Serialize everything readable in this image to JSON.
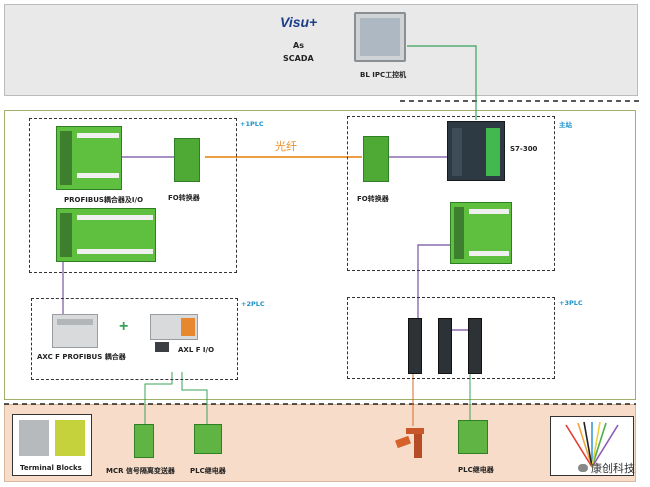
{
  "scada": {
    "logo": "Visu+",
    "line1": "As",
    "line2": "SCADA",
    "ipc_label": "BL IPC工控机"
  },
  "stations": {
    "plc1_tag": "+1PLC",
    "master_tag": "主站",
    "plc2_tag": "+2PLC",
    "plc3_tag": "+3PLC"
  },
  "labels": {
    "fiber": "光纤",
    "profibus_coupler": "PROFIBUS耦合器及I/O",
    "fo_left": "FO转换器",
    "fo_right": "FO转换器",
    "s7": "S7-300",
    "axc": "AXC F PROFIBUS 耦合器",
    "plus": "+",
    "axl": "AXL F I/O"
  },
  "bottom": {
    "terminal": "Terminal Blocks",
    "mcr": "MCR 信号隔离变送器",
    "plc_relay_left": "PLC继电器",
    "plc_relay_right": "PLC继电器",
    "watermark": "康创科技"
  },
  "colors": {
    "scada_band": "#e8e9e8",
    "main_band_border": "#9fb06a",
    "bottom_band": "#f7dcc9",
    "fiber": "#e8902a",
    "network": "#8c6bb0",
    "ethernet": "#3aa35a",
    "tag": "#1d93c8",
    "module_green": "#5fbf3f"
  }
}
